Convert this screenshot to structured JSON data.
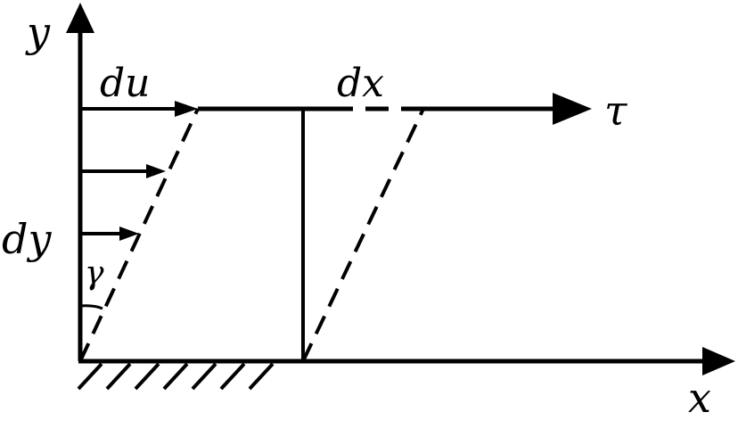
{
  "diagram": {
    "labels": {
      "y_axis": "y",
      "x_axis": "x",
      "du": "du",
      "dx": "dx",
      "tau": "τ",
      "dy": "dy",
      "gamma": "γ"
    },
    "colors": {
      "stroke": "#000000",
      "background": "#ffffff"
    }
  }
}
